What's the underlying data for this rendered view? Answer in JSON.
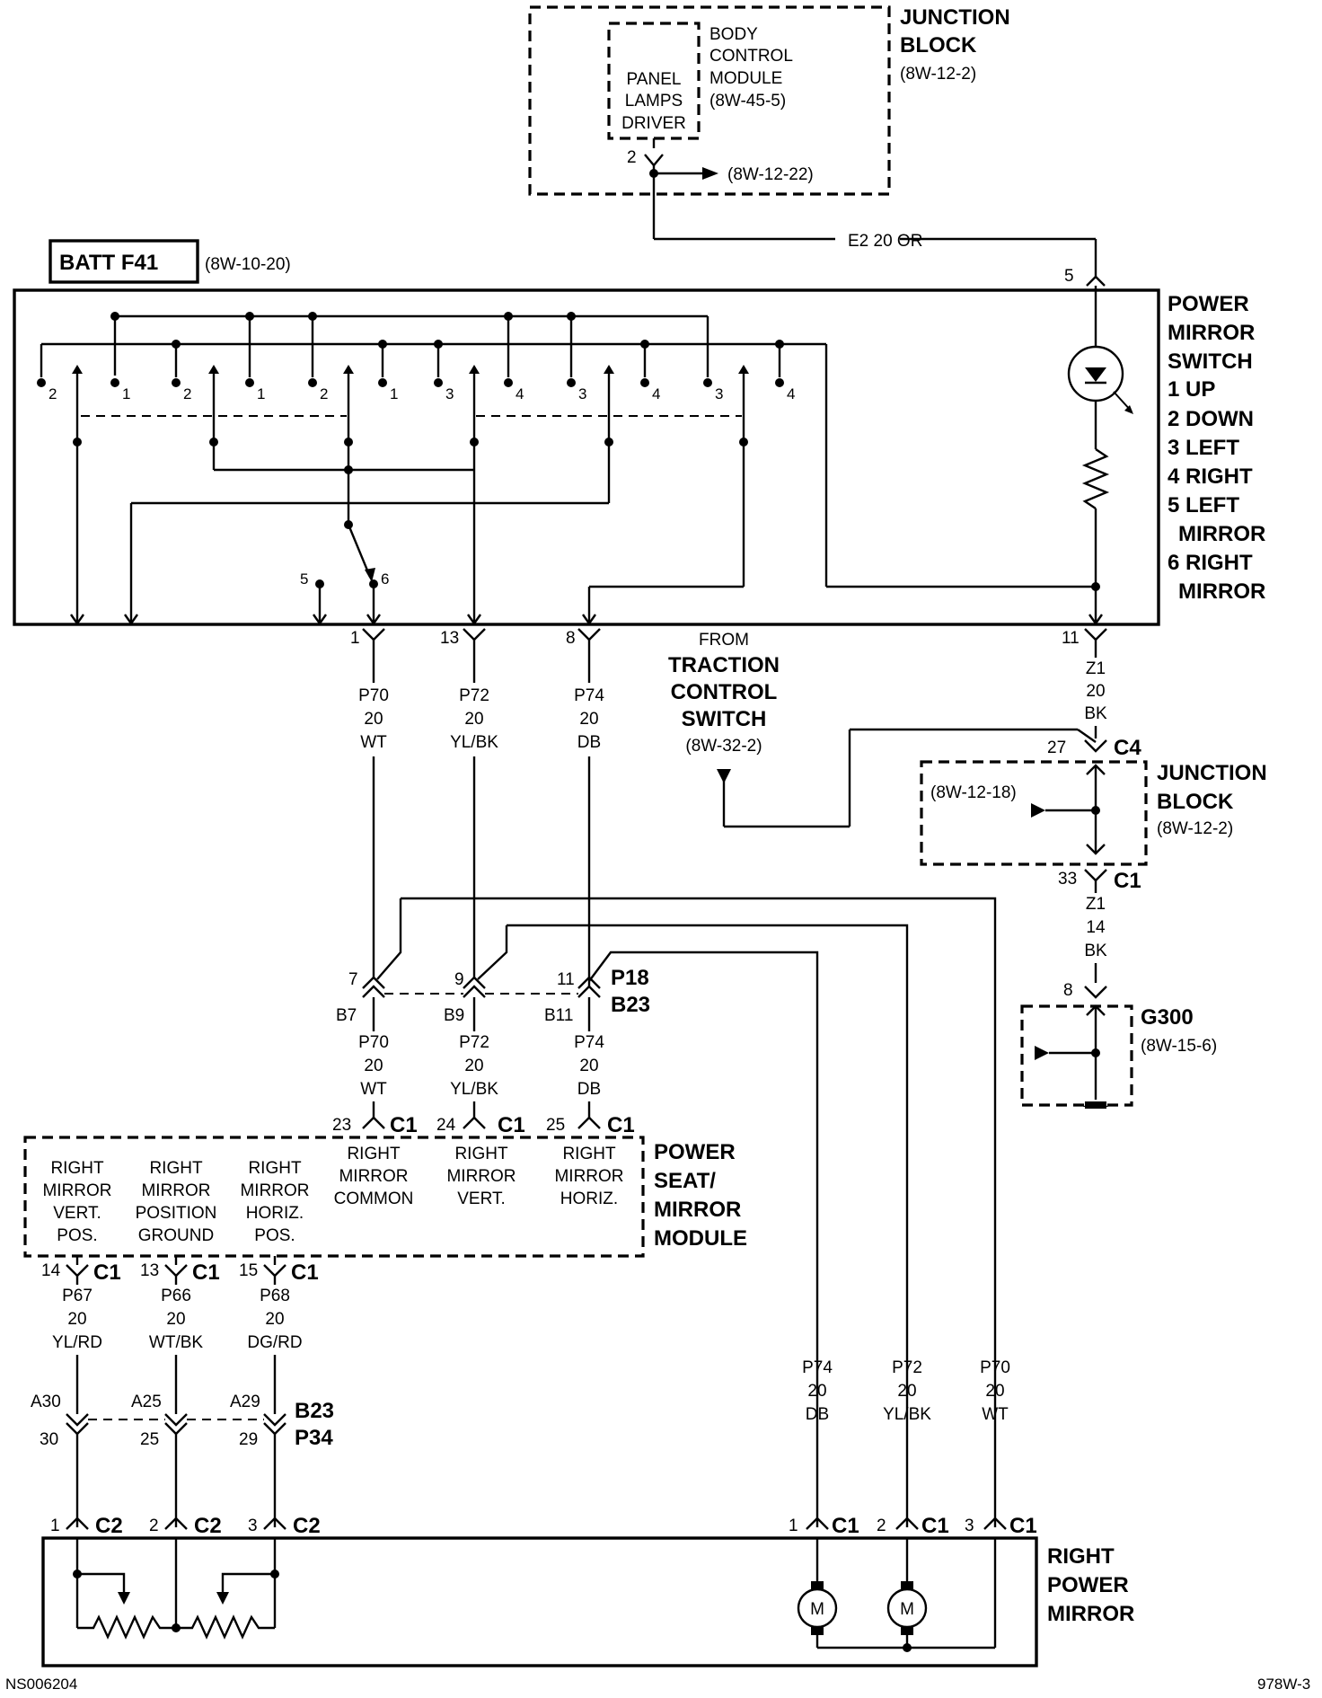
{
  "junction_block_top": {
    "title": [
      "JUNCTION",
      "BLOCK"
    ],
    "ref": "(8W-12-2)",
    "bcm": [
      "BODY",
      "CONTROL",
      "MODULE",
      "(8W-45-5)"
    ],
    "driver": [
      "PANEL",
      "LAMPS",
      "DRIVER"
    ],
    "pin": "2",
    "arrow_ref": "(8W-12-22)"
  },
  "wire_e2": "E2   20 OR",
  "batt": {
    "label": "BATT F41",
    "ref": "(8W-10-20)"
  },
  "power_mirror_switch": {
    "title": [
      "POWER",
      "MIRROR",
      "SWITCH"
    ],
    "legend": [
      "1 UP",
      "2 DOWN",
      "3 LEFT",
      "4 RIGHT",
      "5 LEFT",
      "MIRROR",
      "6 RIGHT",
      "MIRROR"
    ],
    "pin_in": "5",
    "contacts": [
      "2",
      "1",
      "2",
      "1",
      "2",
      "1",
      "3",
      "4",
      "3",
      "4",
      "3",
      "4"
    ],
    "selector": [
      "5",
      "6"
    ],
    "out_pins": [
      "1",
      "13",
      "8",
      "11"
    ]
  },
  "wires_switch": [
    {
      "circuit": "P70",
      "gauge": "20",
      "color": "WT"
    },
    {
      "circuit": "P72",
      "gauge": "20",
      "color": "YL/BK"
    },
    {
      "circuit": "P74",
      "gauge": "20",
      "color": "DB"
    }
  ],
  "ground_wire_1": {
    "circuit": "Z1",
    "gauge": "20",
    "color": "BK"
  },
  "traction": {
    "label": [
      "FROM",
      "TRACTION",
      "CONTROL",
      "SWITCH"
    ],
    "ref": "(8W-32-2)"
  },
  "junction_block_mid": {
    "title": [
      "JUNCTION",
      "BLOCK"
    ],
    "ref": "(8W-12-2)",
    "inner_ref": "(8W-12-18)",
    "pin_top": "27",
    "conn_top": "C4",
    "pin_bottom": "33",
    "conn_bottom": "C1"
  },
  "ground_wire_2": {
    "circuit": "Z1",
    "gauge": "14",
    "color": "BK"
  },
  "g300": {
    "pin": "8",
    "label": "G300",
    "ref": "(8W-15-6)"
  },
  "inline_connector": {
    "pins_top": [
      "7",
      "9",
      "11"
    ],
    "pins_bottom": [
      "B7",
      "B9",
      "B11"
    ],
    "label": [
      "P18",
      "B23"
    ]
  },
  "wires_module_in": [
    {
      "circuit": "P70",
      "gauge": "20",
      "color": "WT"
    },
    {
      "circuit": "P72",
      "gauge": "20",
      "color": "YL/BK"
    },
    {
      "circuit": "P74",
      "gauge": "20",
      "color": "DB"
    }
  ],
  "module": {
    "title": [
      "POWER",
      "SEAT/",
      "MIRROR",
      "MODULE"
    ],
    "top_pins": [
      {
        "pin": "23",
        "conn": "C1",
        "label": [
          "RIGHT",
          "MIRROR",
          "COMMON"
        ]
      },
      {
        "pin": "24",
        "conn": "C1",
        "label": [
          "RIGHT",
          "MIRROR",
          "VERT."
        ]
      },
      {
        "pin": "25",
        "conn": "C1",
        "label": [
          "RIGHT",
          "MIRROR",
          "HORIZ."
        ]
      }
    ],
    "bottom_pins": [
      {
        "pin": "14",
        "conn": "C1",
        "label": [
          "RIGHT",
          "MIRROR",
          "VERT.",
          "POS."
        ]
      },
      {
        "pin": "13",
        "conn": "C1",
        "label": [
          "RIGHT",
          "MIRROR",
          "POSITION",
          "GROUND"
        ]
      },
      {
        "pin": "15",
        "conn": "C1",
        "label": [
          "RIGHT",
          "MIRROR",
          "HORIZ.",
          "POS."
        ]
      }
    ]
  },
  "wires_module_out": [
    {
      "circuit": "P67",
      "gauge": "20",
      "color": "YL/RD"
    },
    {
      "circuit": "P66",
      "gauge": "20",
      "color": "WT/BK"
    },
    {
      "circuit": "P68",
      "gauge": "20",
      "color": "DG/RD"
    }
  ],
  "connector_b23": {
    "pins_top": [
      "A30",
      "A25",
      "A29"
    ],
    "pins_bottom": [
      "30",
      "25",
      "29"
    ],
    "label": [
      "B23",
      "P34"
    ]
  },
  "wires_right": [
    {
      "circuit": "P74",
      "gauge": "20",
      "color": "DB"
    },
    {
      "circuit": "P72",
      "gauge": "20",
      "color": "YL/BK"
    },
    {
      "circuit": "P70",
      "gauge": "20",
      "color": "WT"
    }
  ],
  "right_power_mirror": {
    "title": [
      "RIGHT",
      "POWER",
      "MIRROR"
    ],
    "c2_pins": [
      "1",
      "2",
      "3"
    ],
    "c2_conn": "C2",
    "c1_pins": [
      "1",
      "2",
      "3"
    ],
    "c1_conn": "C1",
    "motor": "M"
  },
  "footer": {
    "left": "NS006204",
    "right": "978W-3"
  }
}
